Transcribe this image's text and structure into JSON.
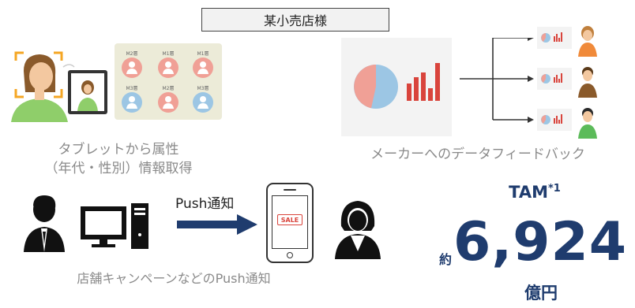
{
  "header": {
    "store_label": "某小売店様"
  },
  "tablet_section": {
    "caption_line1": "タブレットから属性",
    "caption_line2": "（年代・性別）情報取得",
    "segments": [
      "M2層",
      "M1層",
      "M1層",
      "M3層",
      "M2層",
      "M3層"
    ]
  },
  "maker_section": {
    "caption": "メーカーへのデータフィードバック"
  },
  "push_section": {
    "push_label": "Push通知",
    "sale_tag": "SALE",
    "caption": "店舗キャンペーンなどのPush通知"
  },
  "tam": {
    "label": "TAM",
    "footnote": "*1",
    "approx": "約",
    "value": "6,924",
    "unit": "億円"
  },
  "colors": {
    "navy": "#1f3c6e",
    "accent_red": "#d9443c",
    "pie_blue": "#9cc6e4",
    "pie_salmon": "#f0a096",
    "bracket_orange": "#f5a623"
  }
}
